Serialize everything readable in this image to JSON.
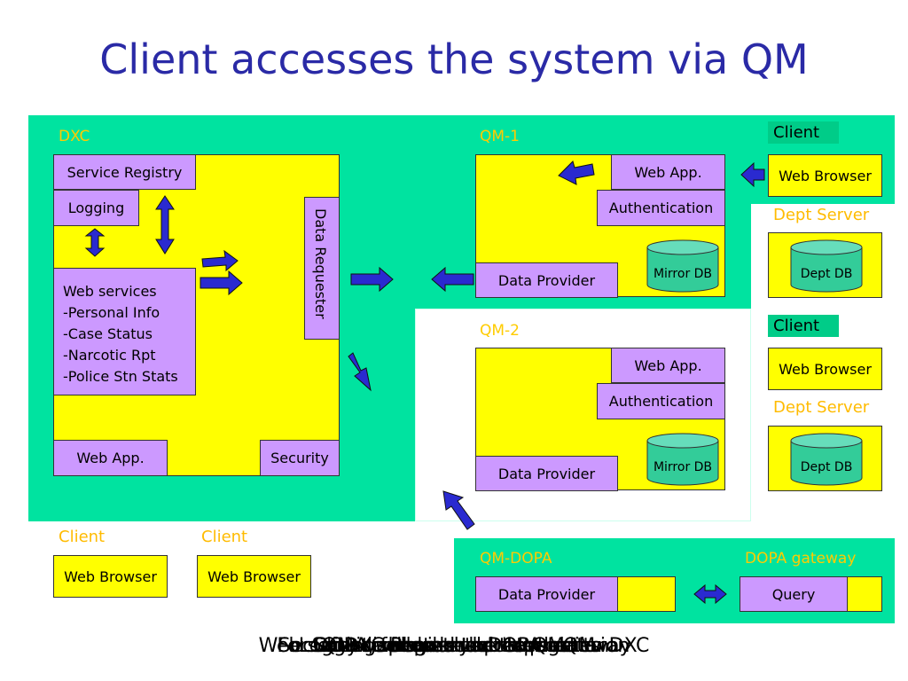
{
  "title": "Client accesses the system via QM",
  "dxc": {
    "label": "DXC",
    "service_registry": "Service Registry",
    "logging": "Logging",
    "data_requester": "Data Requester",
    "web_services": [
      "Web services",
      "-Personal Info",
      "-Case Status",
      "-Narcotic Rpt",
      "-Police Stn Stats"
    ],
    "web_app": "Web App.",
    "security": "Security"
  },
  "qm1": {
    "label": "QM-1",
    "web_app": "Web App.",
    "authentication": "Authentication",
    "mirror_db": "Mirror DB",
    "data_provider": "Data Provider"
  },
  "qm2": {
    "label": "QM-2",
    "web_app": "Web App.",
    "authentication": "Authentication",
    "mirror_db": "Mirror DB",
    "data_provider": "Data Provider"
  },
  "right": {
    "client1_tag": "Client",
    "client1_browser": "Web Browser",
    "dept1_label": "Dept Server",
    "dept1_db": "Dept DB",
    "client2_tag": "Client",
    "client2_browser": "Web Browser",
    "dept2_label": "Dept Server",
    "dept2_db": "Dept DB"
  },
  "bottom_left": {
    "client_a_label": "Client",
    "client_a_browser": "Web Browser",
    "client_b_label": "Client",
    "client_b_browser": "Web Browser"
  },
  "dopa": {
    "qm_label": "QM-DOPA",
    "gateway_label": "DOPA gateway",
    "data_provider": "Data Provider",
    "query": "Query"
  },
  "captions": [
    "Web server will pass the request to DXC",
    "Client sends a request to QM",
    "Security validates user's permission",
    "For DOPA, forward to DOPA gateway",
    "DXC sends back to QM",
    "Service Registry locates data",
    "QM displays result to client",
    "Logging records the transaction"
  ],
  "colors": {
    "title": "#2a2aa6",
    "green": "#00e3a0",
    "yellow": "#ffff00",
    "purple": "#cc99ff",
    "orange_label": "#ffcc00",
    "arrow": "#2a2ad0",
    "db": "#33cc99"
  }
}
